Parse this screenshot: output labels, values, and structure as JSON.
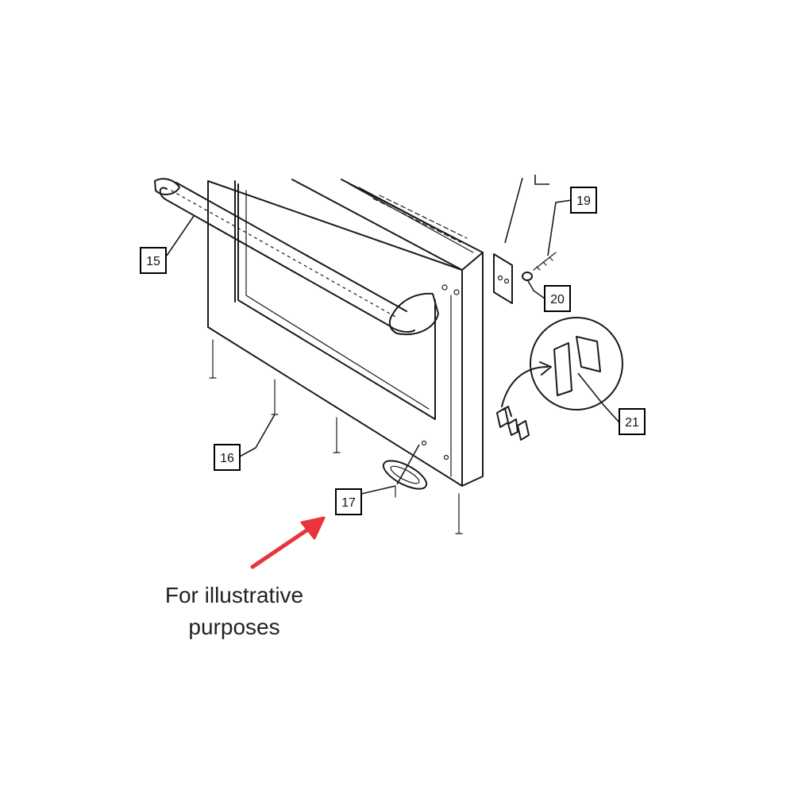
{
  "diagram": {
    "callouts": [
      "15",
      "16",
      "17",
      "19",
      "20",
      "21"
    ],
    "caption_line1": "For illustrative",
    "caption_line2": "purposes",
    "colors": {
      "ink": "#1a1a1a",
      "arrow": "#e8343a",
      "background": "#ffffff"
    }
  }
}
